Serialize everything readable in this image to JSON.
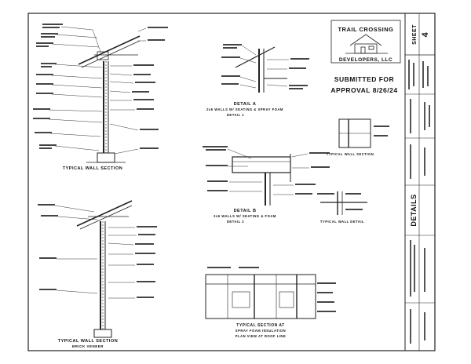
{
  "stamp": {
    "company_line1": "TRAIL CROSSING",
    "company_line2": "DEVELOPERS, LLC",
    "submitted_line1": "SUBMITTED FOR",
    "submitted_line2": "APPROVAL 8/26/24"
  },
  "title_block": {
    "sheet_word": "SHEET",
    "sheet_number": "4",
    "sheet_title": "DETAILS"
  },
  "details": {
    "typical_wall_section": "TYPICAL WALL SECTION",
    "typical_wall_section_brick": "TYPICAL WALL SECTION",
    "typical_wall_section_brick_sub": "BRICK VENEER",
    "detail_a_title": "DETAIL A",
    "detail_a_sub": "2x6 WALLS W/ SEATING & SPRAY FOAM",
    "detail_a_sub2": "DETAIL 1",
    "detail_b_title": "DETAIL B",
    "detail_b_sub": "2x6 WALLS W/ SEATING & FOAM",
    "detail_b_sub2": "DETAIL 2",
    "right_detail_1": "TYPICAL WALL SECTION",
    "right_detail_2": "TYPICAL WALL DETAIL",
    "bottom_detail_title": "TYPICAL SECTION AT",
    "bottom_detail_sub": "SPRAY FOAM INSULATION",
    "bottom_detail_sub2": "PLAN VIEW AT ROOF LINE"
  }
}
